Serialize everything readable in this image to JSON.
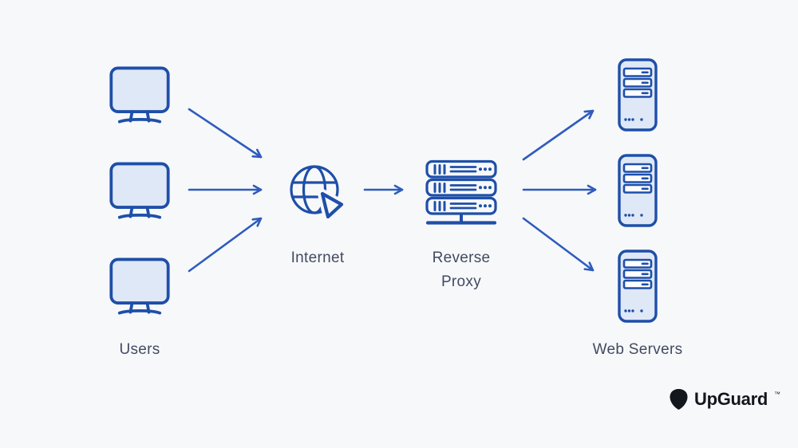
{
  "page": {
    "background_color": "#f7f8fa"
  },
  "palette": {
    "icon_stroke_blue": "#1e4fa9",
    "arrow_blue": "#2e5cbe",
    "icon_fill_blue": "#dfe8f6",
    "slot_fill": "#fcfdfe",
    "label_color": "#424b61",
    "logo_color": "#14161d"
  },
  "diagram": {
    "users": {
      "label": "Users",
      "monitor_count": 3
    },
    "internet": {
      "label": "Internet"
    },
    "reverse_proxy": {
      "label": "Reverse Proxy"
    },
    "web_servers": {
      "label": "Web Servers",
      "server_count": 3
    },
    "edges": [
      "user-1 -> internet",
      "user-2 -> internet",
      "user-3 -> internet",
      "internet -> reverse-proxy",
      "reverse-proxy -> web-server-1",
      "reverse-proxy -> web-server-2",
      "reverse-proxy -> web-server-3"
    ]
  },
  "logo": {
    "text": "UpGuard",
    "trademark": "™"
  }
}
